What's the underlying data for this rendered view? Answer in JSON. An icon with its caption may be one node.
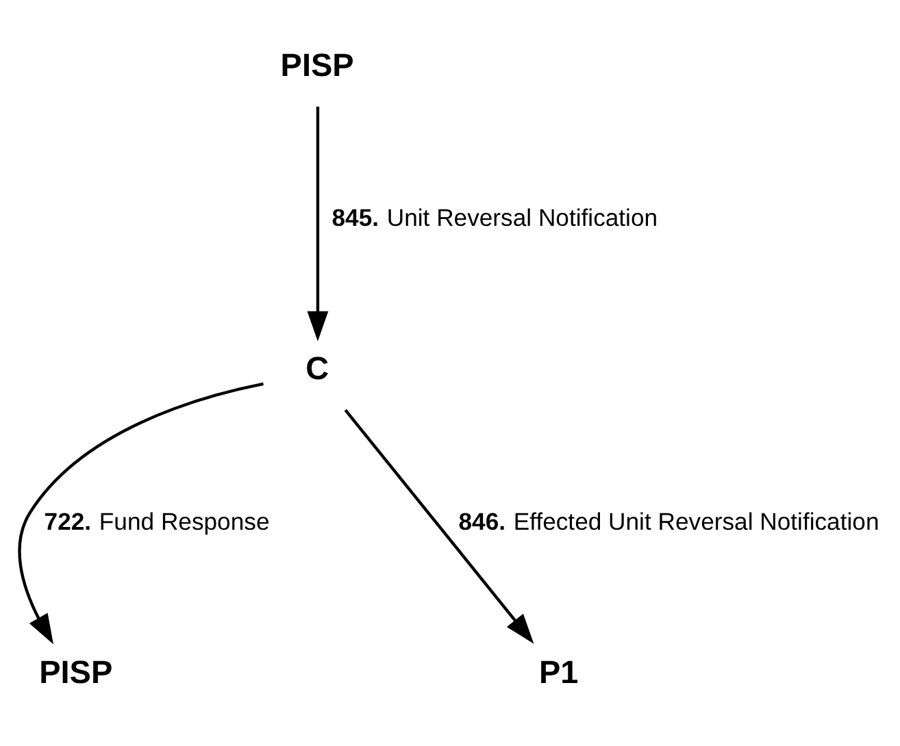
{
  "diagram": {
    "nodes": [
      {
        "text": [
          "PISP"
        ]
      },
      {
        "text": [
          "C"
        ]
      },
      {
        "text": [
          "PISP"
        ]
      },
      {
        "text": [
          "P1"
        ]
      }
    ],
    "edges": [
      {
        "from": 0,
        "to": 1,
        "arrow": "to",
        "label": "**845.** Unit Reversal Notification"
      },
      {
        "from": 1,
        "to": 2,
        "arrow": "to",
        "label": "**722.** Fund Response"
      },
      {
        "from": 1,
        "to": 3,
        "arrow": "to",
        "label": "**846.** Effected Unit Reversal Notification"
      }
    ]
  }
}
